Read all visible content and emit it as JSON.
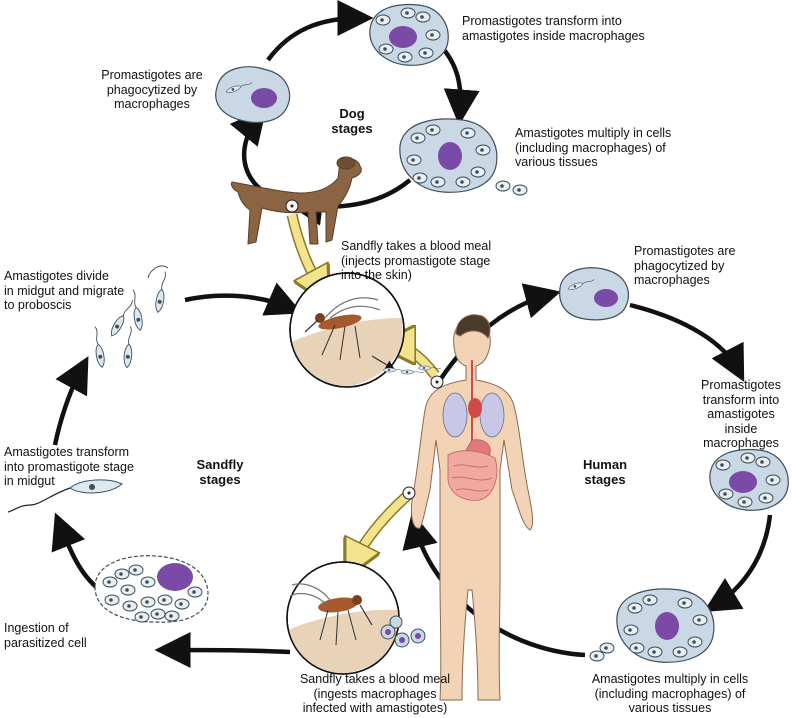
{
  "stage_labels": {
    "dog": "Dog\nstages",
    "sandfly": "Sandfly\nstages",
    "human": "Human\nstages"
  },
  "labels": {
    "dog_phagocytized": "Promastigotes are\nphagocytized by\nmacrophages",
    "dog_transform": "Promastigotes transform into\namastigotes inside macrophages",
    "dog_multiply": "Amastigotes multiply in cells\n(including macrophages) of\nvarious tissues",
    "blood_meal_inject": "Sandfly takes a blood meal\n(injects promastigote stage\ninto the skin)",
    "midgut_divide": "Amastigotes divide\nin midgut and migrate\nto proboscis",
    "midgut_transform": "Amastigotes transform\ninto promastigote stage\nin midgut",
    "ingestion": "Ingestion of\nparasitized cell",
    "blood_meal_ingest": "Sandfly takes a blood meal\n(ingests macrophages\ninfected with amastigotes)",
    "human_phagocytized": "Promastigotes are\nphagocytized by\nmacrophages",
    "human_transform": "Promastigotes\ntransform into\namastigotes inside\nmacrophages",
    "human_multiply": "Amastigotes multiply in cells\n(including macrophages) of\nvarious tissues"
  },
  "colors": {
    "cell_fill": "#c9d8e4",
    "cell_outline": "#3d4f5c",
    "nucleus": "#7a4aa6",
    "amastigote": "#e9eef2",
    "arrow": "#111111",
    "transfer_arrow": "#f3e38c",
    "dog": "#8a6443",
    "skin": "#f3d3b6",
    "sandfly_circle": "#e8d3b8"
  }
}
